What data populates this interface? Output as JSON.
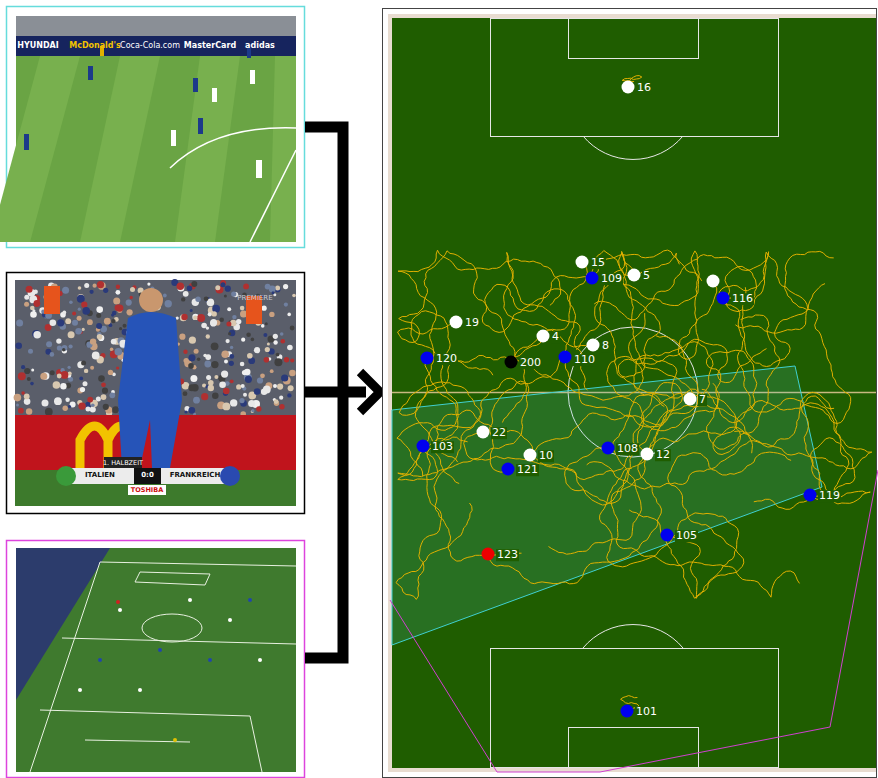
{
  "diagram": {
    "labels": [
      "HYUNDAI",
      "McDonald's",
      "Coca-Cola.com",
      "MasterCard",
      "adidas",
      "PREMIERE",
      "1. HALBZEIT",
      "ITALIEN",
      "0:0",
      "FRANKREICH",
      "TOSHIBA",
      "16",
      "15",
      "109",
      "5",
      "116",
      "19",
      "4",
      "120",
      "200",
      "110",
      "8",
      "7",
      "22",
      "103",
      "10",
      "121",
      "108",
      "12",
      "119",
      "105",
      "123",
      "101"
    ]
  }
}
